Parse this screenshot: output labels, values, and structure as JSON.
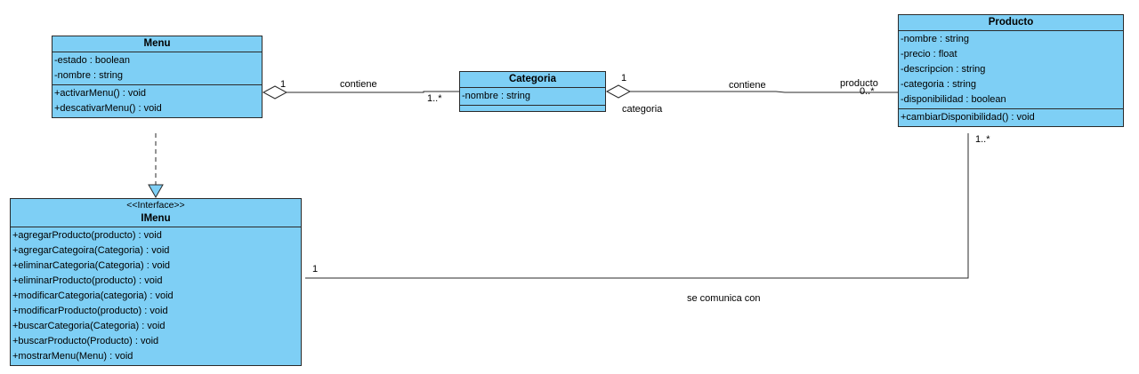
{
  "classes": {
    "menu": {
      "name": "Menu",
      "attributes": [
        "-estado : boolean",
        "-nombre : string"
      ],
      "operations": [
        "+activarMenu() : void",
        "+descativarMenu() : void"
      ]
    },
    "categoria": {
      "name": "Categoria",
      "attributes": [
        "-nombre : string"
      ],
      "operations": []
    },
    "producto": {
      "name": "Producto",
      "attributes": [
        "-nombre : string",
        "-precio : float",
        "-descripcion : string",
        "-categoria : string",
        "-disponibilidad : boolean"
      ],
      "operations": [
        "+cambiarDisponibilidad() : void"
      ]
    },
    "imenu": {
      "stereotype": "<<Interface>>",
      "name": "IMenu",
      "operations": [
        "+agregarProducto(producto) : void",
        "+agregarCategoira(Categoria) : void",
        "+eliminarCategoria(Categoria) : void",
        "+eliminarProducto(producto) : void",
        "+modificarCategoria(categoria) : void",
        "+modificarProducto(producto) : void",
        "+buscarCategoria(Categoria) : void",
        "+buscarProducto(Producto) : void",
        "+mostrarMenu(Menu) : void"
      ]
    }
  },
  "relations": {
    "menu_categoria": {
      "name": "contiene",
      "mult_source": "1",
      "mult_target": "1..*"
    },
    "categoria_producto": {
      "name": "contiene",
      "mult_source": "1",
      "role_source": "categoria",
      "role_target": "producto",
      "mult_target": "0..*"
    },
    "imenu_producto": {
      "name": "se comunica con",
      "mult_source": "1",
      "mult_target": "1..*"
    }
  },
  "colors": {
    "class_fill": "#7ecff5",
    "line": "#2a2a2a"
  }
}
